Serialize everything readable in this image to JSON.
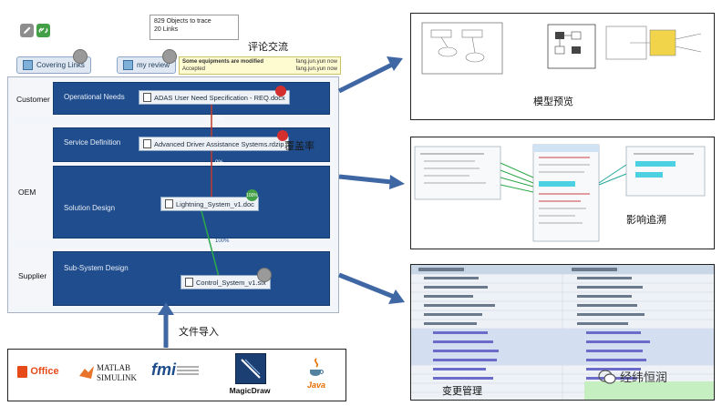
{
  "toolbar": {
    "edit_icon": "pencil-icon",
    "link_icon": "link-icon"
  },
  "stats": {
    "line1": "829 Objects to trace",
    "line2": "20 Links"
  },
  "buttons": {
    "covering_links": "Covering Links",
    "my_review": "my review"
  },
  "tooltip": {
    "line1": "Some equipments are modified",
    "line2": "Accepted",
    "line3": "fang.jun.yun  now",
    "line4": "fang.jun.yun  now"
  },
  "annotations": {
    "comment": "评论交流",
    "coverage": "覆盖率",
    "import": "文件导入",
    "model_preview": "模型预览",
    "impact": "影响追溯",
    "change": "变更管理"
  },
  "roles": {
    "customer": "Customer",
    "oem": "OEM",
    "supplier": "Supplier"
  },
  "rows": {
    "operational_needs": "Operational Needs",
    "service_definition": "Service Definition",
    "solution_design": "Solution Design",
    "subsystem_design": "Sub-System Design"
  },
  "docs": {
    "req": "ADAS User Need Specification - REQ.docx",
    "rdzip": "Advanced Driver Assistance Systems.rdzip",
    "lightning": "Lightning_System_v1.doc",
    "control": "Control_System_v1.slx"
  },
  "link_labels": {
    "l1": "0%",
    "l2": "0%",
    "l3": "100%"
  },
  "badges": {
    "lightning": "100%"
  },
  "logos": {
    "office": "Office",
    "matlab_top": "MATLAB",
    "matlab_bottom": "SIMULINK",
    "fmi": "fmi",
    "magicdraw": "MagicDraw",
    "java": "Java"
  },
  "watermark": "经纬恒润",
  "colors": {
    "band_blue": "#1f4d8e",
    "link_red": "#c0392b",
    "link_green": "#2ea84a",
    "arrow_blue": "#3f67a3"
  }
}
